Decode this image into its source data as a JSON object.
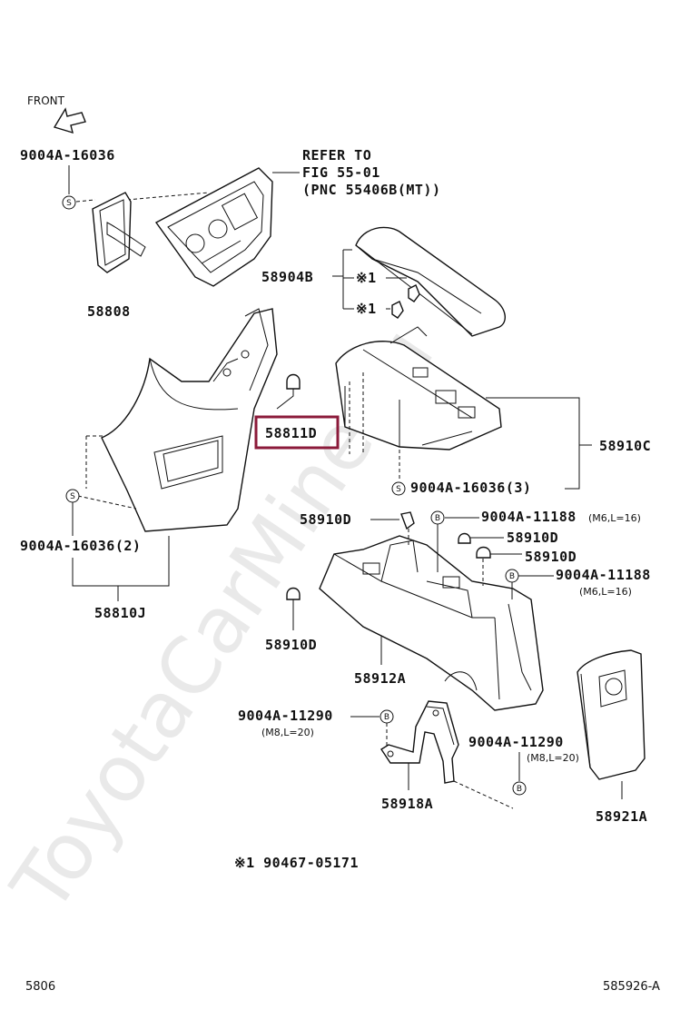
{
  "watermark": "ToyotaCarMine.ru",
  "highlight_color": "#8b1a3a",
  "front_label": "FRONT",
  "refer": {
    "line1": "REFER TO",
    "line2": "FIG 55-01",
    "line3": "(PNC 55406B(MT))"
  },
  "labels": {
    "p9004a_16036_top": "9004A-16036",
    "p58808": "58808",
    "p58904b": "58904B",
    "mark1_a": "※1",
    "mark1_b": "※1",
    "p58811d": "58811D",
    "p58910c": "58910C",
    "p9004a_16036_3": "9004A-16036(3)",
    "p9004a_16036_2": "9004A-16036(2)",
    "p58810j": "58810J",
    "p58910d_a": "58910D",
    "p9004a_11188_a": "9004A-11188",
    "p9004a_11188_a_spec": "(M6,L=16)",
    "p58910d_b": "58910D",
    "p58910d_c": "58910D",
    "p9004a_11188_b": "9004A-11188",
    "p9004a_11188_b_spec": "(M6,L=16)",
    "p58910d_d": "58910D",
    "p58912a": "58912A",
    "p9004a_11290_a": "9004A-11290",
    "p9004a_11290_a_spec": "(M8,L=20)",
    "p9004a_11290_b": "9004A-11290",
    "p9004a_11290_b_spec": "(M8,L=20)",
    "p58918a": "58918A",
    "p58921a": "58921A"
  },
  "symbols": {
    "s": "S",
    "b": "B"
  },
  "note": "※1 90467-05171",
  "footer": {
    "left": "5806",
    "right": "585926-A"
  }
}
